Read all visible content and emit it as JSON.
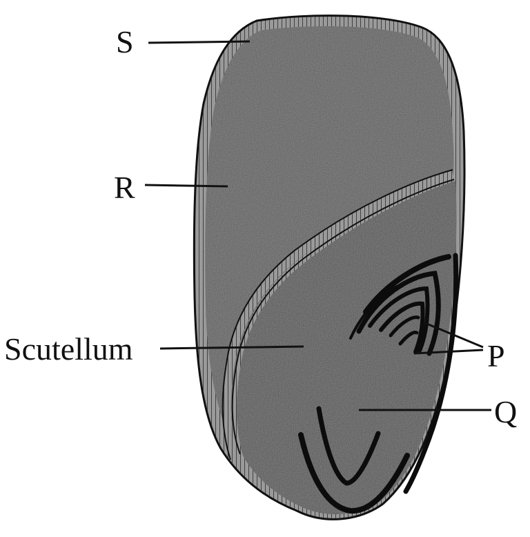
{
  "diagram": {
    "labels": {
      "s": "S",
      "r": "R",
      "scutellum": "Scutellum",
      "p": "P",
      "q": "Q"
    }
  },
  "colors": {
    "ink": "#111111",
    "endosperm": "#5b5b5b",
    "embryo": "#4f4f4f",
    "coat": "#8a8a8a",
    "background": "#ffffff"
  }
}
